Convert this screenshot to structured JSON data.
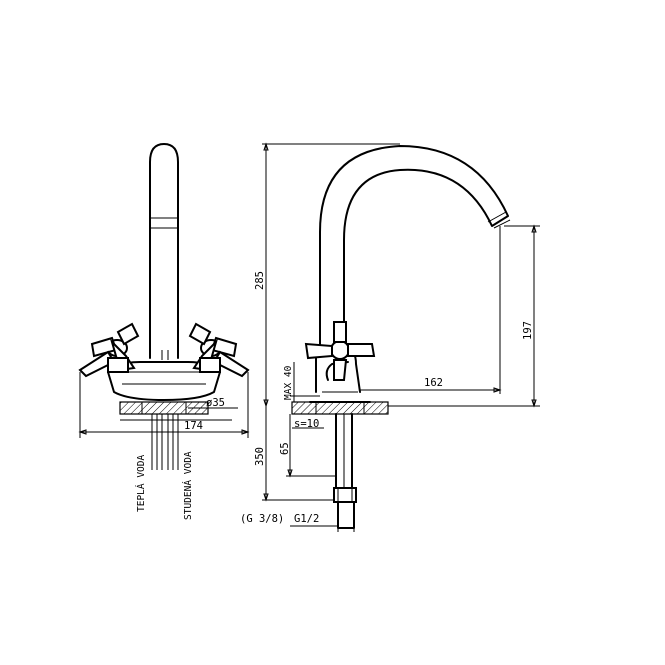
{
  "dimensions": {
    "diameter": "ø35",
    "base_width": "174",
    "total_height": "285",
    "spout_height": "197",
    "spout_reach": "162",
    "max_deck": "MAX 40",
    "shank_length": "350",
    "deck_offset": "65",
    "wrench_size": "s=10",
    "thread_hoses": "(G 3/8)",
    "thread_inlet": "G1/2"
  },
  "labels": {
    "hot_water": "TEPLÁ VODA",
    "cold_water": "STUDENÁ VODA"
  },
  "colors": {
    "line": "#000000",
    "background": "#ffffff"
  }
}
